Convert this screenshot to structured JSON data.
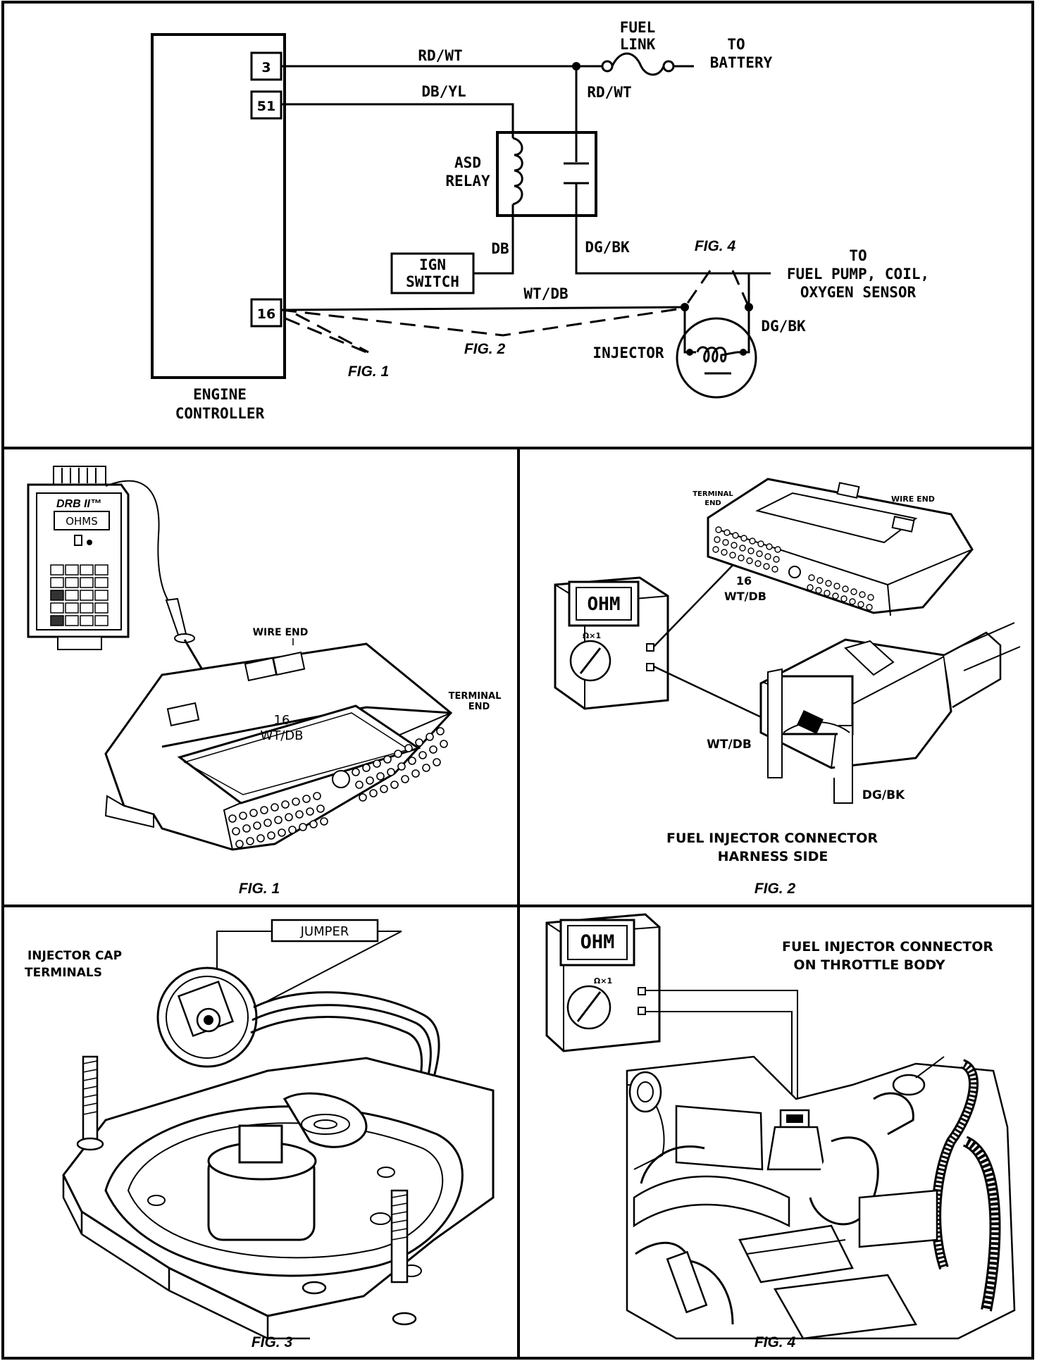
{
  "schematic": {
    "engine_controller": {
      "label_line1": "ENGINE",
      "label_line2": "CONTROLLER",
      "pin_3": "3",
      "pin_51": "51",
      "pin_16": "16"
    },
    "wires": {
      "rd_wt_top": "RD/WT",
      "db_yl": "DB/YL",
      "rd_wt_vertical": "RD/WT",
      "db": "DB",
      "dg_bk_relay": "DG/BK",
      "wt_db": "WT/DB",
      "dg_bk_injector": "DG/BK"
    },
    "fuel_link_line1": "FUEL",
    "fuel_link_line2": "LINK",
    "to_battery_line1": "TO",
    "to_battery_line2": "BATTERY",
    "asd_relay_line1": "ASD",
    "asd_relay_line2": "RELAY",
    "ign_switch_line1": "IGN",
    "ign_switch_line2": "SWITCH",
    "to_loads_line1": "TO",
    "to_loads_line2": "FUEL PUMP, COIL,",
    "to_loads_line3": "OXYGEN SENSOR",
    "injector": "INJECTOR",
    "fig4_ref": "FIG. 4",
    "fig2_ref": "FIG. 2",
    "fig1_ref": "FIG. 1"
  },
  "fig1": {
    "caption": "FIG. 1",
    "tester_brand": "DRB II™",
    "tester_display": "OHMS",
    "wire_end": "WIRE END",
    "terminal_end_line1": "TERMINAL",
    "terminal_end_line2": "END",
    "pin_number": "16",
    "pin_color": "WT/DB"
  },
  "fig2": {
    "caption": "FIG. 2",
    "meter_display": "OHM",
    "meter_range": "Ω×1",
    "terminal_end_line1": "TERMINAL",
    "terminal_end_line2": "END",
    "wire_end": "WIRE END",
    "pin_number": "16",
    "pin_color": "WT/DB",
    "connector_wt_db": "WT/DB",
    "connector_dg_bk": "DG/BK",
    "title_line1": "FUEL INJECTOR CONNECTOR",
    "title_line2": "HARNESS SIDE"
  },
  "fig3": {
    "caption": "FIG. 3",
    "jumper": "JUMPER",
    "injector_cap_line1": "INJECTOR CAP",
    "injector_cap_line2": "TERMINALS"
  },
  "fig4": {
    "caption": "FIG. 4",
    "meter_display": "OHM",
    "meter_range": "Ω×1",
    "title_line1": "FUEL INJECTOR CONNECTOR",
    "title_line2": "ON THROTTLE BODY"
  }
}
